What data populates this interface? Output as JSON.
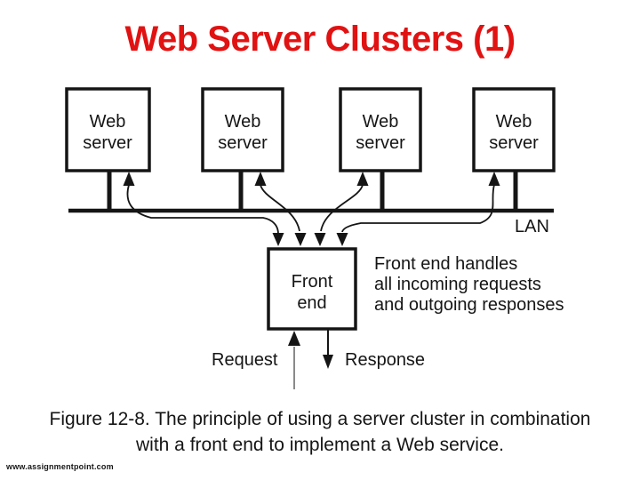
{
  "title": "Web Server Clusters (1)",
  "colors": {
    "title": "#e11212",
    "ink": "#151515",
    "request_line": "#8a8a8a"
  },
  "diagram": {
    "servers": [
      {
        "line1": "Web",
        "line2": "server"
      },
      {
        "line1": "Web",
        "line2": "server"
      },
      {
        "line1": "Web",
        "line2": "server"
      },
      {
        "line1": "Web",
        "line2": "server"
      }
    ],
    "front_end": {
      "line1": "Front",
      "line2": "end"
    },
    "lan_label": "LAN",
    "request_label": "Request",
    "response_label": "Response",
    "annotation": {
      "line1": "Front end handles",
      "line2": "all incoming requests",
      "line3": "and outgoing responses"
    }
  },
  "caption": {
    "line1": "Figure 12-8. The principle of using a server cluster in combination",
    "line2": "with a front end to implement a Web service."
  },
  "watermark": "www.assignmentpoint.com"
}
